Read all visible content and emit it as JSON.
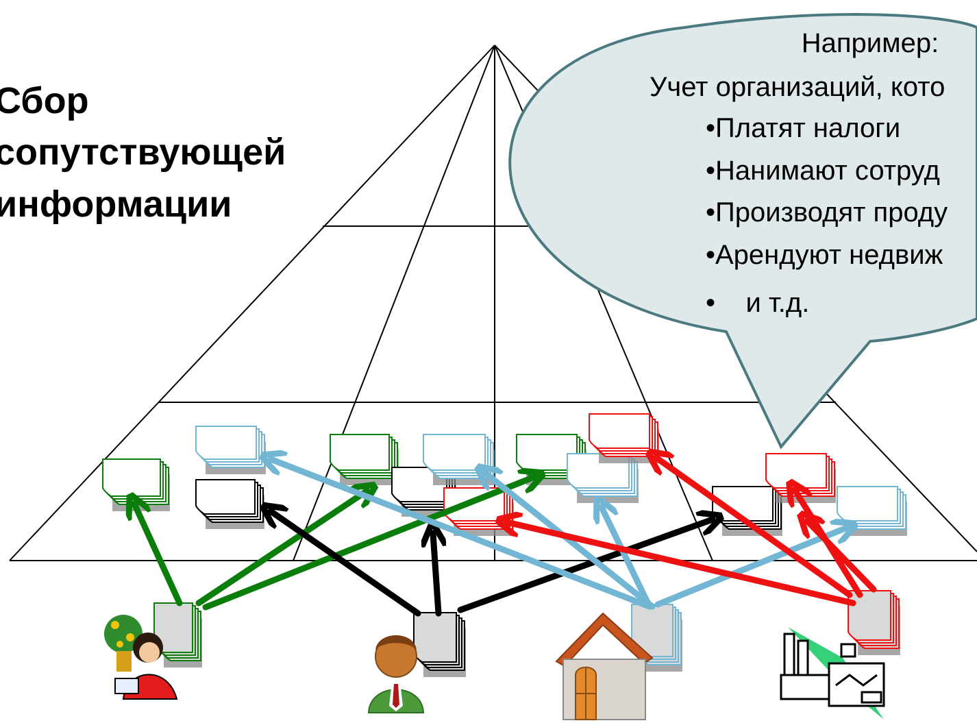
{
  "title": {
    "lines": [
      "Сбор",
      "сопутствующей",
      "информации"
    ]
  },
  "callout": {
    "heading": "Например:",
    "subheading": "Учет организаций, кото",
    "bullets": [
      "•Платят налоги",
      "•Нанимают сотруд",
      "•Производят проду",
      "•Арендуют недвиж",
      "•    и т.д."
    ]
  },
  "colors": {
    "green": "#0a7d0a",
    "black": "#000000",
    "blue": "#72b6d4",
    "red": "#ee1111",
    "callout_fill": "#dfe9ea",
    "callout_stroke": "#4a7a80"
  },
  "sources": [
    {
      "name": "woman-with-tree",
      "color": "green"
    },
    {
      "name": "person",
      "color": "black"
    },
    {
      "name": "house",
      "color": "blue"
    },
    {
      "name": "factory",
      "color": "red"
    }
  ]
}
